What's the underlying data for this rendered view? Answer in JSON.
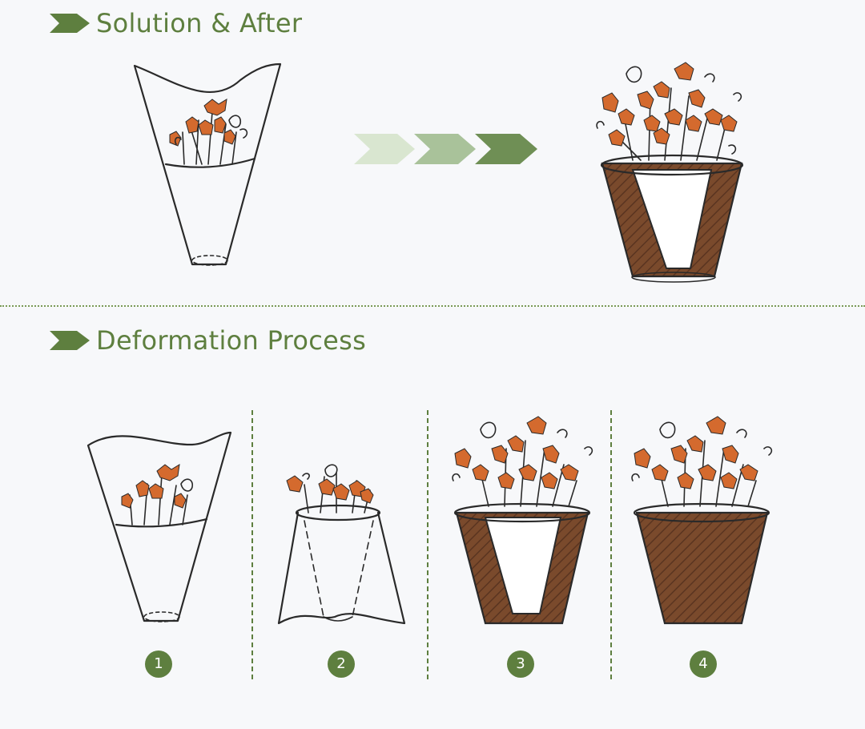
{
  "sections": {
    "solution": {
      "title": "Solution & After"
    },
    "process": {
      "title": "Deformation Process"
    }
  },
  "steps": [
    "1",
    "2",
    "3",
    "4"
  ],
  "colors": {
    "accent": "#5e7f3f",
    "flower": "#d46a2e",
    "soil": "#7a4a2c",
    "arrow_light": "#d9e6d0",
    "arrow_mid": "#a9c29a",
    "arrow_dark": "#6f8f55"
  },
  "icons": [
    "chevron-right-icon",
    "progress-arrows-icon"
  ]
}
